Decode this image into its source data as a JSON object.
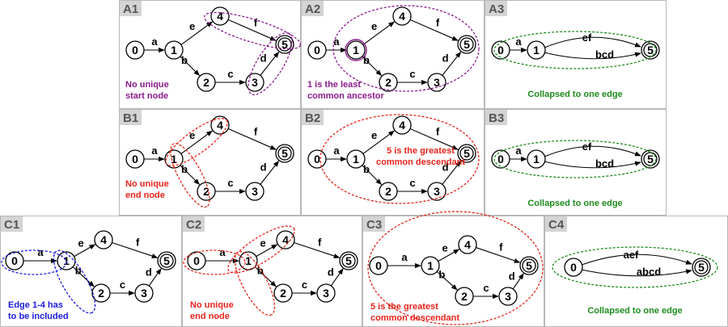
{
  "colors": {
    "purple": "#8b1a8b",
    "red": "#e8231a",
    "green": "#1d8c1d",
    "blue": "#1a1ae0",
    "black": "#000000"
  },
  "panels": [
    {
      "id": "A1",
      "tag": "A1",
      "graph": "full",
      "note": [
        "No unique",
        "start node"
      ],
      "note_color": "purple"
    },
    {
      "id": "A2",
      "tag": "A2",
      "graph": "full",
      "note": [
        "1 is the least",
        "common ancestor"
      ],
      "note_color": "purple"
    },
    {
      "id": "A3",
      "tag": "A3",
      "graph": "collapsed",
      "edge_labels": [
        "ef",
        "bcd"
      ],
      "note": [
        "Collapsed to one edge"
      ],
      "note_color": "green"
    },
    {
      "id": "B1",
      "tag": "B1",
      "graph": "full",
      "note": [
        "No unique",
        "end node"
      ],
      "note_color": "red"
    },
    {
      "id": "B2",
      "tag": "B2",
      "graph": "full",
      "note": [
        "5 is the greatest",
        "common descendant"
      ],
      "note_color": "red"
    },
    {
      "id": "B3",
      "tag": "B3",
      "graph": "collapsed",
      "edge_labels": [
        "ef",
        "bcd"
      ],
      "note": [
        "Collapsed to one edge"
      ],
      "note_color": "green"
    },
    {
      "id": "C1",
      "tag": "C1",
      "graph": "full",
      "note": [
        "Edge 1-4 has",
        "to be included"
      ],
      "note_color": "blue"
    },
    {
      "id": "C2",
      "tag": "C2",
      "graph": "full",
      "note": [
        "No unique",
        "end node"
      ],
      "note_color": "red"
    },
    {
      "id": "C3",
      "tag": "C3",
      "graph": "full_no0",
      "note": [
        "5 is the greatest",
        "common descendant"
      ],
      "note_color": "red"
    },
    {
      "id": "C4",
      "tag": "C4",
      "graph": "collapsed2",
      "edge_labels": [
        "aef",
        "abcd"
      ],
      "note": [
        "Collapsed to one edge"
      ],
      "note_color": "green"
    }
  ],
  "graph": {
    "nodes": [
      "0",
      "1",
      "2",
      "3",
      "4",
      "5"
    ],
    "edges": [
      {
        "from": "0",
        "to": "1",
        "label": "a"
      },
      {
        "from": "1",
        "to": "4",
        "label": "e"
      },
      {
        "from": "4",
        "to": "5",
        "label": "f"
      },
      {
        "from": "1",
        "to": "2",
        "label": "b"
      },
      {
        "from": "2",
        "to": "3",
        "label": "c"
      },
      {
        "from": "3",
        "to": "5",
        "label": "d"
      }
    ],
    "end_node": "5"
  }
}
